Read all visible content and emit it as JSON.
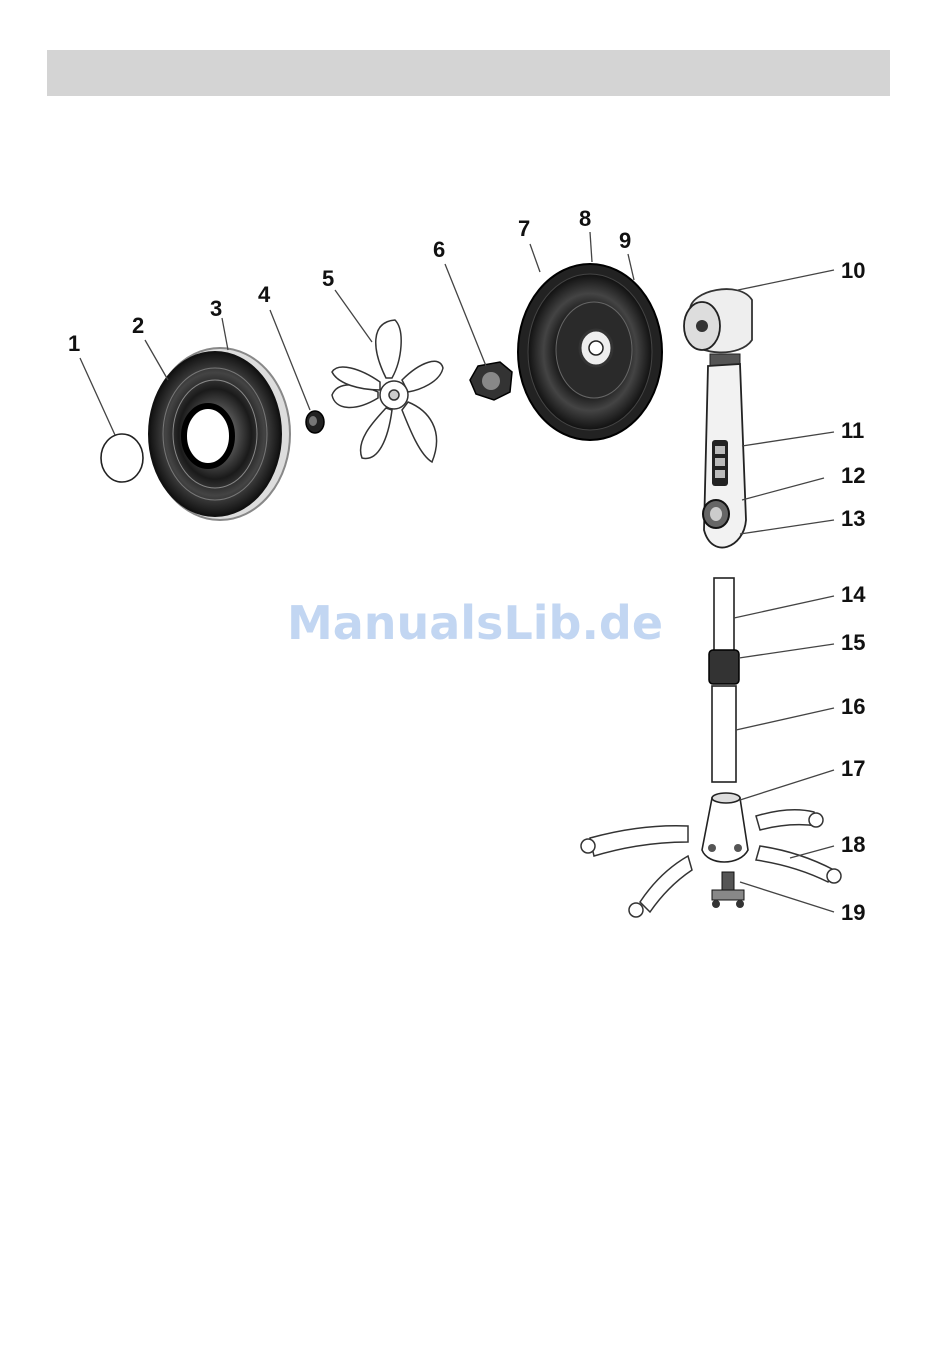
{
  "watermark": "ManualsLib.de",
  "part_labels": [
    "1",
    "2",
    "3",
    "4",
    "5",
    "6",
    "7",
    "8",
    "9",
    "10",
    "11",
    "12",
    "13",
    "14",
    "15",
    "16",
    "17",
    "18",
    "19"
  ]
}
